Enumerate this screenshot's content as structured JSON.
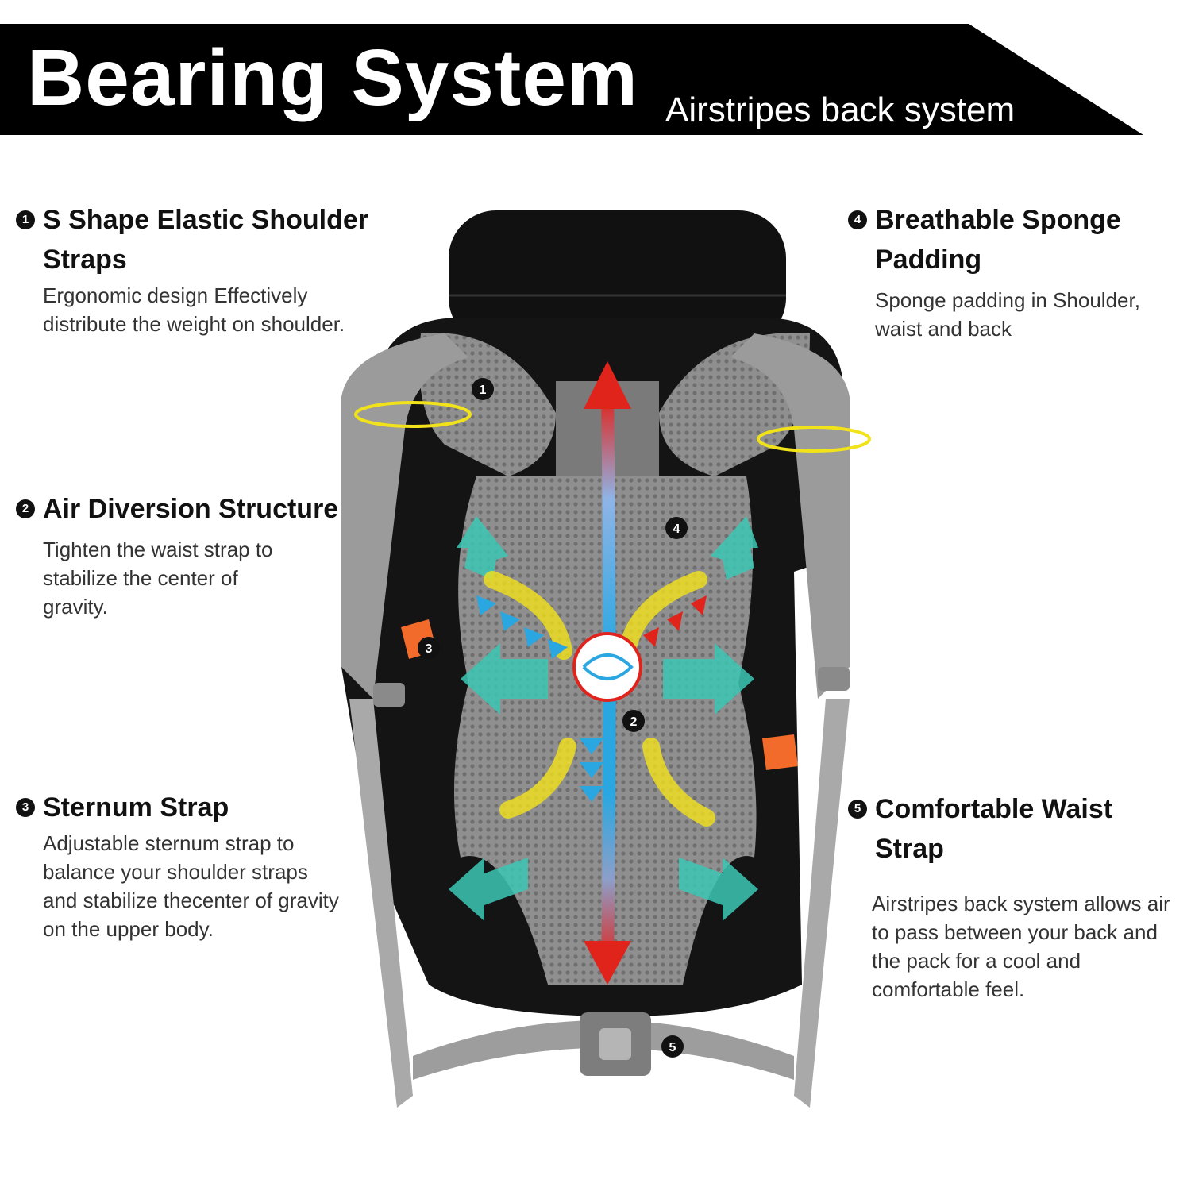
{
  "header": {
    "title": "Bearing System",
    "subtitle": "Airstripes back system"
  },
  "features": [
    {
      "num": "1",
      "title": "S Shape Elastic Shoulder Straps",
      "desc": "Ergonomic design Effectively distribute the weight on shoulder."
    },
    {
      "num": "2",
      "title": "Air Diversion Structure",
      "desc": "Tighten the waist strap to stabilize the center of gravity."
    },
    {
      "num": "3",
      "title": "Sternum Strap",
      "desc": "Adjustable sternum strap to balance your shoulder straps and stabilize thecenter of gravity on the upper body."
    },
    {
      "num": "4",
      "title": "Breathable Sponge Padding",
      "desc": "Sponge padding in Shoulder, waist and back"
    },
    {
      "num": "5",
      "title": "Comfortable Waist Strap",
      "desc": "Airstripes back system allows air to pass between your back and the pack for a cool and comfortable feel."
    }
  ],
  "markers": {
    "m1": "1",
    "m2": "2",
    "m3": "3",
    "m4": "4",
    "m5": "5"
  },
  "colors": {
    "header_bg": "#000000",
    "airflow_cool": "#3cc8b4",
    "airflow_warm": "#f2e21a",
    "arrow_hot": "#e0241c",
    "arrow_cold": "#2aa7e0",
    "accent_orange": "#f26b2a"
  }
}
